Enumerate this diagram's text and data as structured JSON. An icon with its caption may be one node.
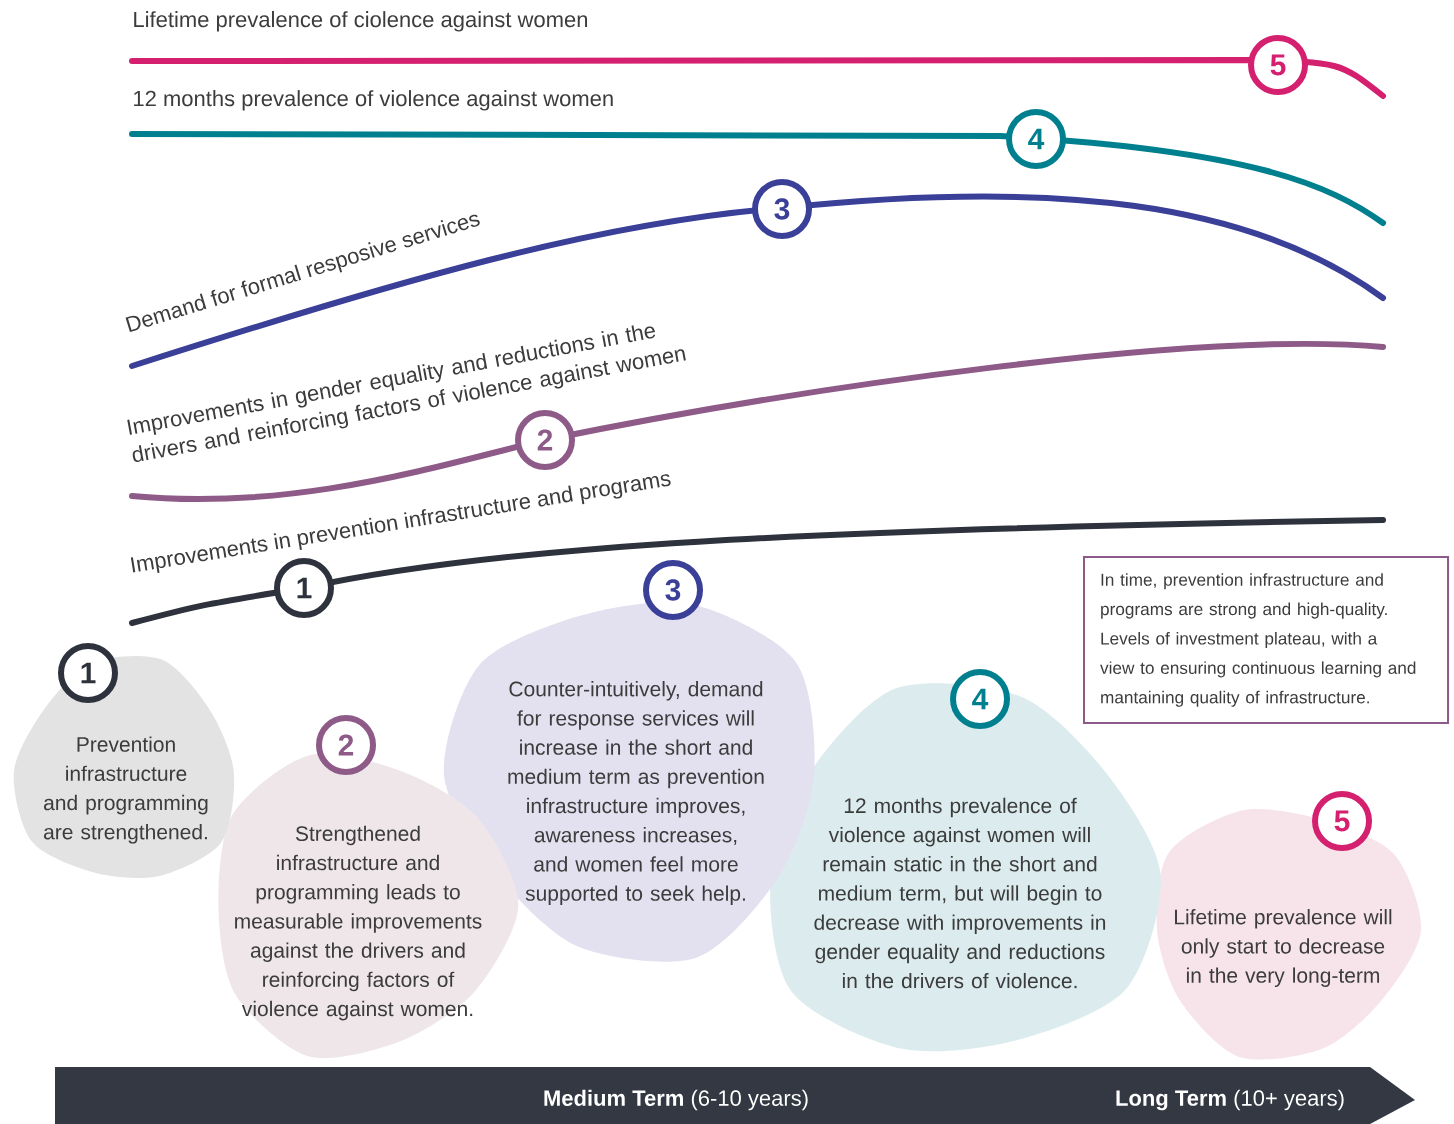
{
  "diagram": {
    "nodes": [
      {
        "text": [
          "5"
        ]
      },
      {
        "text": [
          "4"
        ]
      },
      {
        "text": [
          "3"
        ]
      },
      {
        "text": [
          "2"
        ]
      },
      {
        "text": [
          "1"
        ]
      },
      {
        "text": [
          "1"
        ]
      },
      {
        "text": [
          "Prevention infrastructure and programming are strengthened."
        ]
      },
      {
        "text": [
          "2"
        ]
      },
      {
        "text": [
          "Strengthened infrastructure and programming leads to measurable improvements against the drivers and reinforcing factors of violence against women."
        ]
      },
      {
        "text": [
          "3"
        ]
      },
      {
        "text": [
          "Counter-intuitively, demand for response services will increase in the short and medium term as prevention infrastructure improves, awareness increases, and women feel more supported to seek help."
        ]
      },
      {
        "text": [
          "In time, prevention infrastructure and programs are strong and high-quality. Levels of investment plateau, with a view to ensuring continuous learning and mantaining quality of infrastructure."
        ]
      },
      {
        "text": [
          "4"
        ]
      },
      {
        "text": [
          "12 months prevalence of violence against women will remain static in the short and medium term, but will begin to decrease with improvements in gender equality and reductions in the drivers of violence."
        ]
      },
      {
        "text": [
          "5"
        ]
      },
      {
        "text": [
          "Lifetime prevalence will only start to decrease in the very long-term"
        ]
      },
      {
        "text": [
          "**Medium Term** (6-10 years)",
          "**Long Term** (10+ years)"
        ]
      }
    ],
    "labels": [
      "Lifetime prevalence of ciolence against women",
      "12 months prevalence of violence against women",
      "Demand for formal resposive services",
      "Improvements in gender equality and reductions in the drivers and reinforcing factors of violence against women",
      "Improvements in prevention infrastructure and programs"
    ]
  }
}
